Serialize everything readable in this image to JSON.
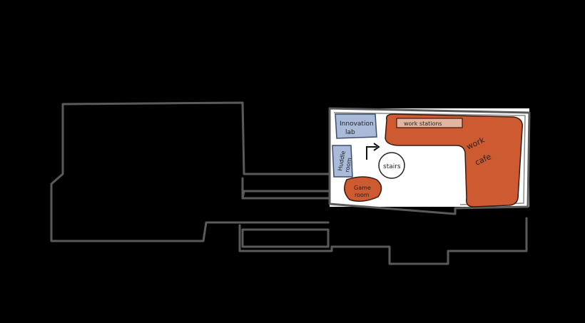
{
  "floorplan": {
    "rooms": {
      "innovation_lab": {
        "line1": "Innovation",
        "line2": "lab",
        "color": "#a9bbd8"
      },
      "huddle_room": {
        "line1": "Huddle",
        "line2": "room",
        "color": "#a9bbd8"
      },
      "stairs": {
        "label": "stairs"
      },
      "game_room": {
        "line1": "Game",
        "line2": "room",
        "color": "#cd5a30"
      },
      "work_stations": {
        "label": "work stations",
        "color": "#cd5a30"
      },
      "work_cafe": {
        "line1": "work",
        "line2": "cafe",
        "color": "#cd5a30"
      }
    }
  }
}
